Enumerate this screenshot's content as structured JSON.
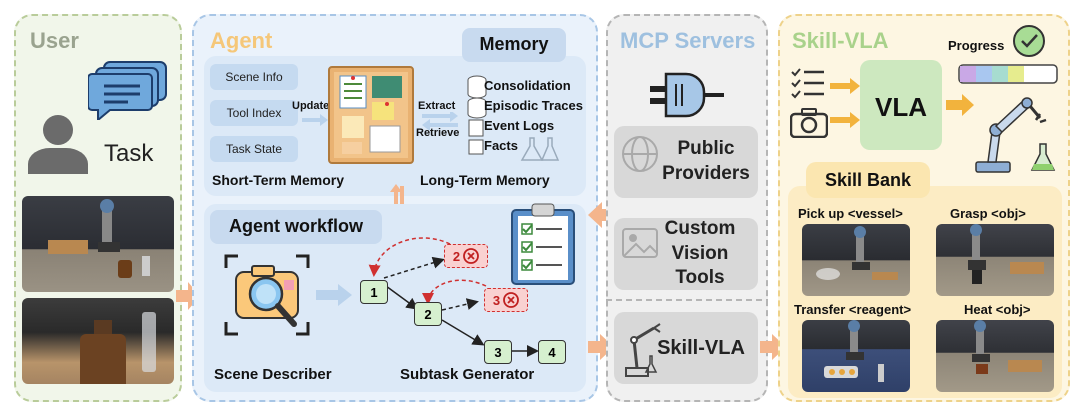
{
  "user": {
    "title": "User",
    "task_label": "Task"
  },
  "agent": {
    "title": "Agent",
    "memory_title": "Memory",
    "short_term": {
      "label": "Short-Term Memory",
      "items": [
        "Scene Info",
        "Tool Index",
        "Task State"
      ]
    },
    "update_label": "Update",
    "extract_label": "Extract",
    "retrieve_label": "Retrieve",
    "long_term": {
      "label": "Long-Term Memory",
      "items": [
        "Consolidation",
        "Episodic Traces",
        "Event Logs",
        "Facts"
      ]
    },
    "workflow_title": "Agent workflow",
    "scene_describer": "Scene Describer",
    "subtask_generator": "Subtask Generator",
    "nodes": {
      "n1": "1",
      "n2": "2",
      "n3": "3",
      "n4": "4",
      "bad2": "2",
      "bad3": "3"
    }
  },
  "mcp": {
    "title": "MCP Servers",
    "public": "Public Providers",
    "custom": "Custom Vision Tools",
    "skill": "Skill-VLA"
  },
  "skill_vla": {
    "title": "Skill-VLA",
    "progress": "Progress",
    "vla": "VLA",
    "bank_title": "Skill Bank",
    "skills": [
      "Pick up <vessel>",
      "Grasp <obj>",
      "Transfer <reagent>",
      "Heat <obj>"
    ]
  },
  "colors": {
    "user_panel": "#f1f6ea",
    "user_border": "#b9cc9a",
    "agent_panel": "#eaf2fb",
    "agent_border": "#a8c6e6",
    "mcp_panel": "#f0f0f0",
    "mcp_border": "#b5b5b5",
    "skill_panel": "#fdf6e2",
    "skill_border": "#eed28a",
    "arrow": "#f4b58c"
  }
}
